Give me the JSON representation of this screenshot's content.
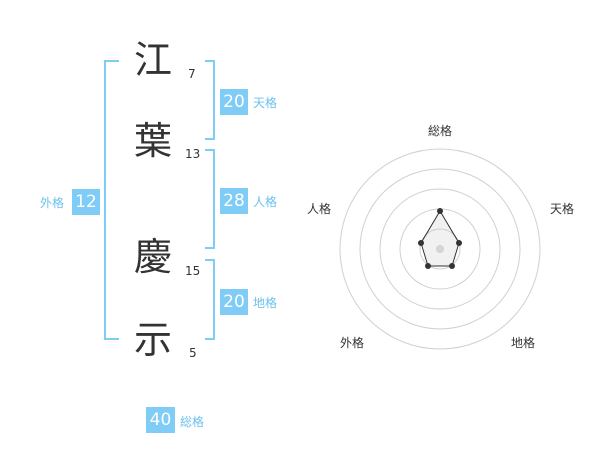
{
  "name": {
    "chars": [
      {
        "char": "江",
        "strokes": "7"
      },
      {
        "char": "葉",
        "strokes": "13"
      },
      {
        "char": "慶",
        "strokes": "15"
      },
      {
        "char": "示",
        "strokes": "5"
      }
    ]
  },
  "fortunes": {
    "tenkaku": {
      "value": "20",
      "label": "天格"
    },
    "jinkaku": {
      "value": "28",
      "label": "人格"
    },
    "chikaku": {
      "value": "20",
      "label": "地格"
    },
    "gaikaku": {
      "value": "12",
      "label": "外格"
    },
    "soukaku": {
      "value": "40",
      "label": "総格"
    }
  },
  "radar": {
    "labels": {
      "top": "総格",
      "upper_right": "天格",
      "lower_right": "地格",
      "lower_left": "外格",
      "upper_left": "人格"
    }
  },
  "colors": {
    "accent": "#7fccf7",
    "label": "#6cc1f0",
    "text": "#333333"
  }
}
